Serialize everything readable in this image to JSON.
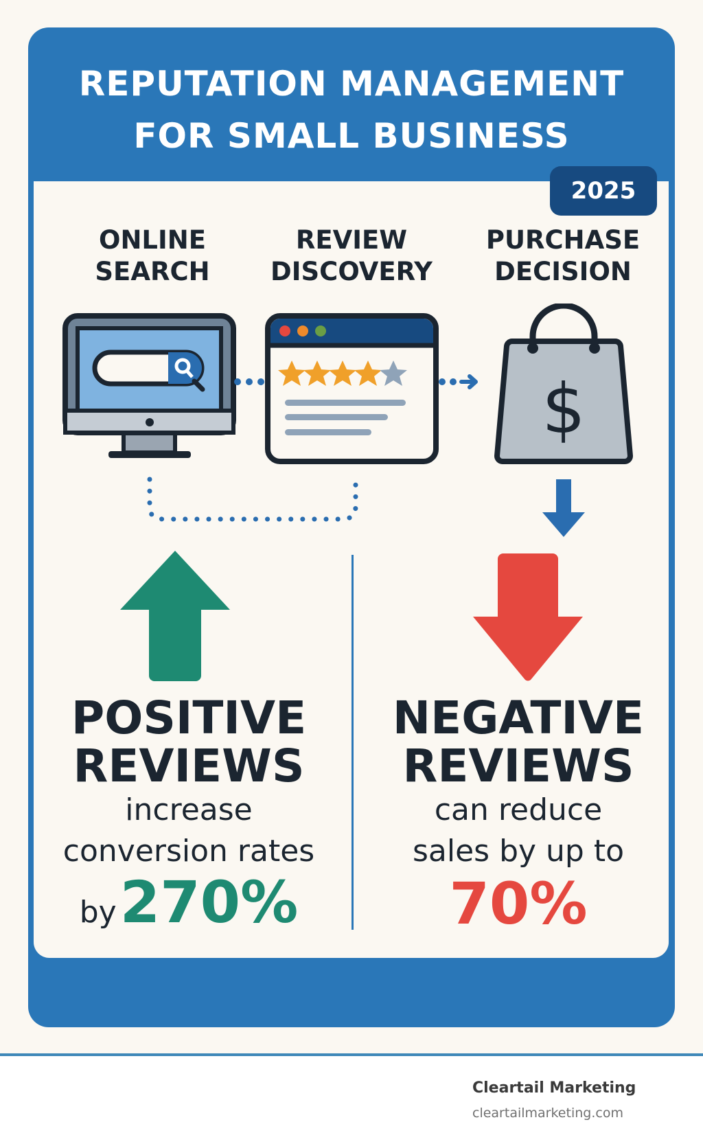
{
  "header": {
    "title_line1": "REPUTATION MANAGEMENT",
    "title_line2": "FOR SMALL BUSINESS",
    "year_badge": "2025"
  },
  "steps": [
    {
      "line1": "ONLINE",
      "line2": "SEARCH",
      "icon": "computer-search-icon"
    },
    {
      "line1": "REVIEW",
      "line2": "DISCOVERY",
      "icon": "browser-star-rating-icon"
    },
    {
      "line1": "PURCHASE",
      "line2": "DECISION",
      "icon": "shopping-bag-dollar-icon"
    }
  ],
  "rating": {
    "filled_stars": 4,
    "total_stars": 5
  },
  "positive": {
    "title1": "POSITIVE",
    "title2": "REVIEWS",
    "text1": "increase",
    "text2": "conversion rates",
    "prefix": "by",
    "value": "270%",
    "color": "#1e8a72",
    "arrow": "up-arrow-icon"
  },
  "negative": {
    "title1": "NEGATIVE",
    "title2": "REVIEWS",
    "text1": "can reduce",
    "text2": "sales by up to",
    "value": "70%",
    "color": "#e5483f",
    "arrow": "down-arrow-icon"
  },
  "footer": {
    "brand": "Cleartail Marketing",
    "site": "cleartailmarketing.com"
  },
  "colors": {
    "primary": "#2a77b8",
    "dark_blue": "#174a80",
    "text": "#1b2530",
    "star": "#f0a02a",
    "star_empty": "#8fa3b8"
  }
}
